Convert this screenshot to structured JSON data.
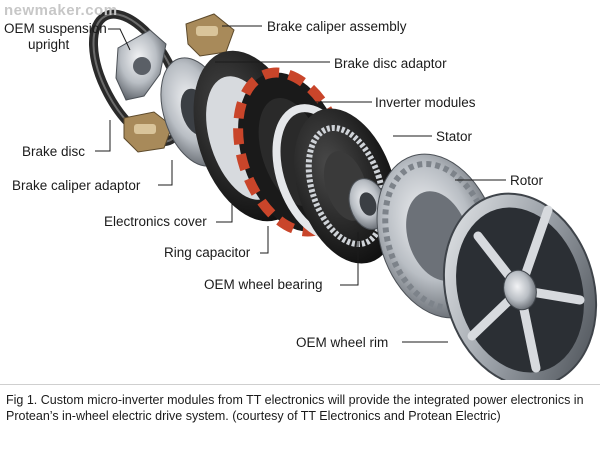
{
  "watermark": "newmaker.com",
  "labels": {
    "oem_suspension_line1": "OEM suspension",
    "oem_suspension_line2": "upright",
    "brake_caliper_assembly": "Brake caliper assembly",
    "brake_disc_adaptor": "Brake disc adaptor",
    "inverter_modules": "Inverter modules",
    "stator": "Stator",
    "rotor": "Rotor",
    "brake_disc": "Brake disc",
    "brake_caliper_adaptor": "Brake caliper adaptor",
    "electronics_cover": "Electronics cover",
    "ring_capacitor": "Ring capacitor",
    "oem_wheel_bearing": "OEM wheel bearing",
    "oem_wheel_rim": "OEM wheel rim"
  },
  "caption": "Fig 1. Custom micro-inverter modules from TT electronics will provide the integrated power electronics in Protean’s in-wheel electric drive system. (courtesy of TT Electronics and Protean Electric)",
  "colors": {
    "metal_light": "#c9cdd2",
    "metal_dark": "#5a5f66",
    "black_part": "#1a1a1a",
    "inverter_red": "#c9452a",
    "caliper_bronze": "#a88a5a",
    "leader_line": "#1b1b1b"
  }
}
